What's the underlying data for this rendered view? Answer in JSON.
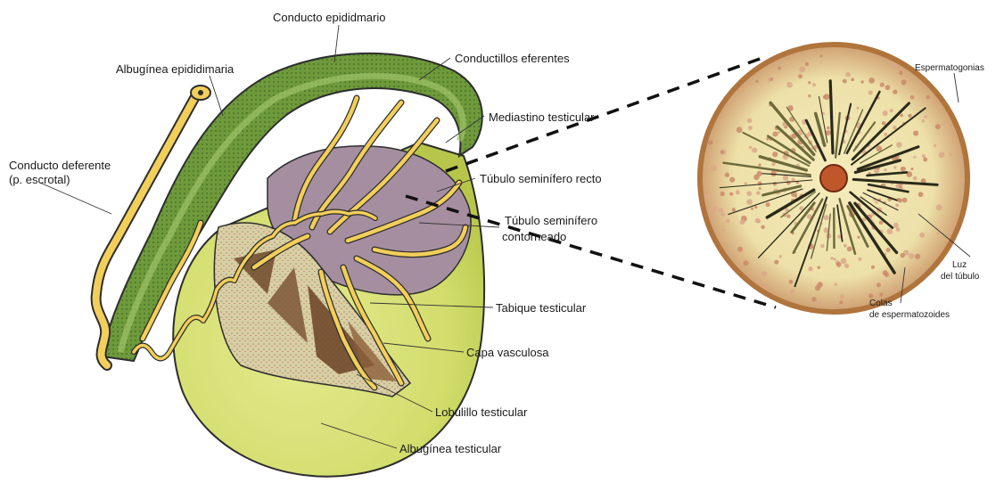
{
  "labels": {
    "conducto_epididimario": "Conducto epididmario",
    "conductillos_eferentes": "Conductillos eferentes",
    "albuginea_epididimaria": "Albugínea epididimaria",
    "mediastino_testicular": "Mediastino testicular",
    "conducto_deferente_1": "Conducto deferente",
    "conducto_deferente_2": "(p. escrotal)",
    "tubulo_recto": "Túbulo seminífero recto",
    "tubulo_contorneado_1": "Túbulo seminífero",
    "tubulo_contorneado_2": "contorneado",
    "tabique_testicular": "Tabique testicular",
    "capa_vasculosa": "Capa vasculosa",
    "lobulillo_testicular": "Lobulillo testicular",
    "albuginea_testicular": "Albugínea testicular",
    "espermatogonias": "Espermatogonias",
    "luz_1": "Luz",
    "luz_2": "del túbulo",
    "colas_1": "Colas",
    "colas_2": "de espermatozoides"
  },
  "colors": {
    "testis_body": "#d8e27a",
    "epididymis_green": "#6f9a3c",
    "tubule_yellow": "#f2cf5a",
    "mediastinum_purple": "#9c7f95",
    "lobule_brown": "#6f4a2a",
    "section_pink": "#e8c9a0"
  }
}
